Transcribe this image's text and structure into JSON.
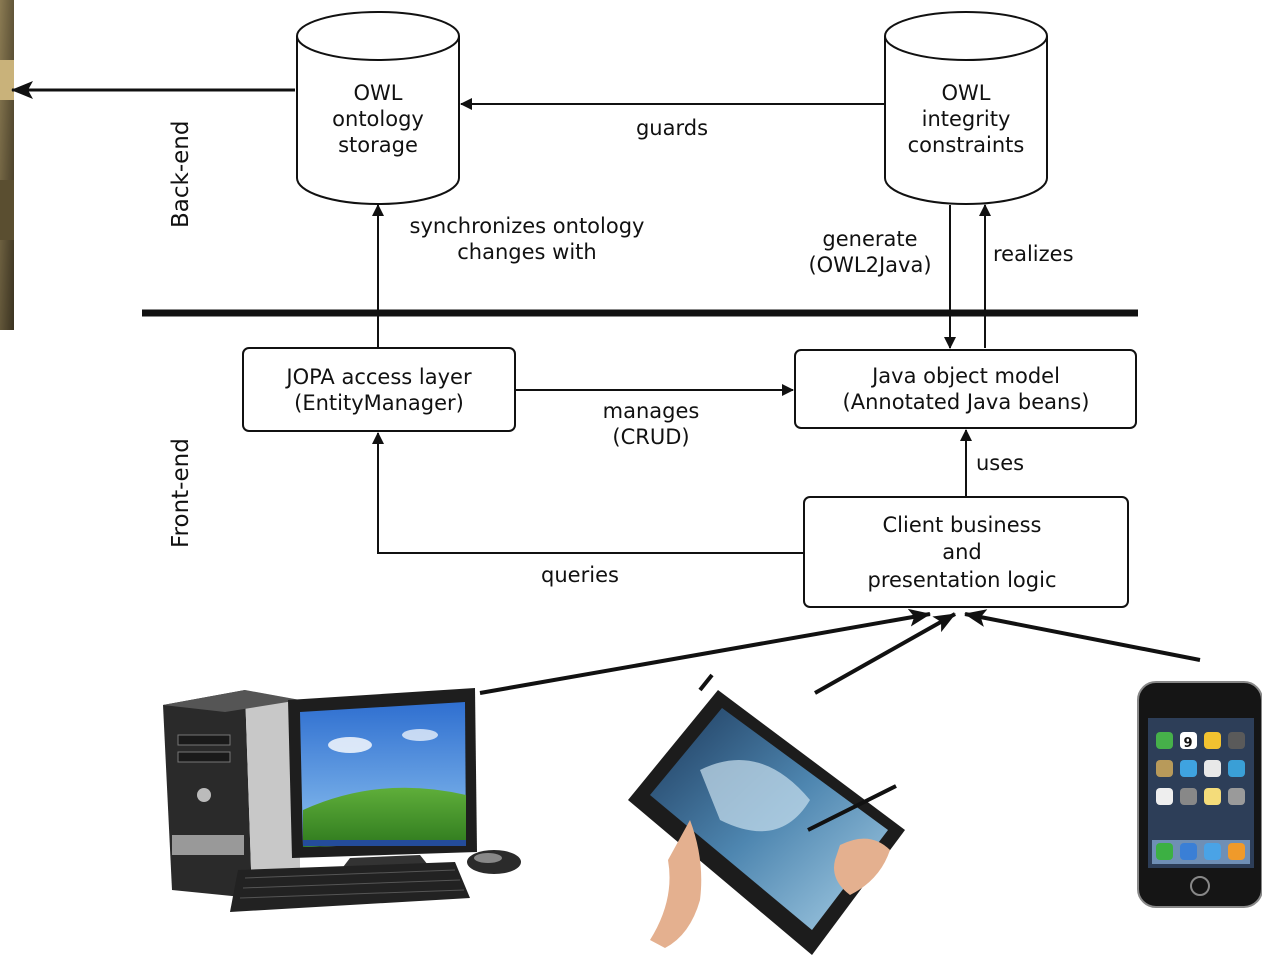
{
  "layers": {
    "back_end": "Back-end",
    "front_end": "Front-end"
  },
  "storage": {
    "line1": "OWL",
    "line2": "ontology",
    "line3": "storage"
  },
  "constraints": {
    "line1": "OWL",
    "line2": "integrity",
    "line3": "constraints"
  },
  "jopa": {
    "line1": "JOPA access layer",
    "line2": "(EntityManager)"
  },
  "model": {
    "line1": "Java object model",
    "line2": "(Annotated Java beans)"
  },
  "client": {
    "line1": "Client business",
    "line2": "and",
    "line3": "presentation logic"
  },
  "edges": {
    "guards": "guards",
    "sync_line1": "synchronizes ontology",
    "sync_line2": "changes with",
    "generate_line1": "generate",
    "generate_line2": "(OWL2Java)",
    "realizes": "realizes",
    "manages_line1": "manages",
    "manages_line2": "(CRUD)",
    "uses": "uses",
    "queries": "queries"
  },
  "devices": {
    "phone_date": "9"
  }
}
